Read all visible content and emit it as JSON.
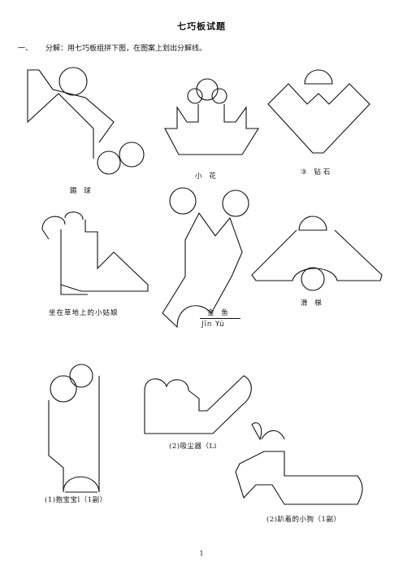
{
  "title": "七巧板试题",
  "question": {
    "number": "一、",
    "text": "分解：用七巧板组拼下图，在图案上划出分解线。"
  },
  "figures": {
    "kick_ball": "踢 球",
    "small_flower": "小 花",
    "diamond": "③ 钻石",
    "girl_sitting": "坐在草地上的小姑娘",
    "goldfish": "金 鱼",
    "goldfish_pinyin": "Jīn Yú",
    "slide": "滑 梯",
    "hold_baby": "(1)抱宝宝l（1副）",
    "vacuum": "(2)吸尘器（Li",
    "running_dog": "(2)趴着的小狗（1副）"
  },
  "page_number": "1"
}
